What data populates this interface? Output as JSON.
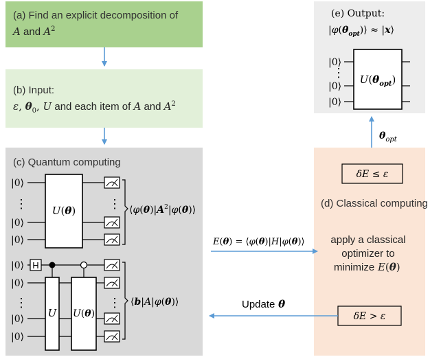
{
  "box_a": {
    "line1": "(a)  Find an explicit decomposition of",
    "line2_A": "A",
    "line2_and": " and  ",
    "line2_A2": "A",
    "line2_sup": "2"
  },
  "box_b": {
    "line1": "(b)  Input:",
    "eps": "ε",
    "theta": "θ",
    "theta_sub": "0",
    "U": "U",
    "rest": " and each item of ",
    "A": "A",
    "and": " and ",
    "A2": "A",
    "sup": "2"
  },
  "box_c": {
    "title": "(c)  Quantum computing",
    "ket0": "|0⟩",
    "dots": "⋮",
    "gate_U_theta": "U(θ)",
    "gate_H": "H",
    "gate_U": "U",
    "expect_top": "⟨φ(θ)|A²|φ(θ)⟩",
    "expect_bottom": "⟨b|A|φ(θ)⟩"
  },
  "box_d": {
    "title": "(d) Classical  computing",
    "criterion_top": "δE ≤ ε",
    "optimizer_line1": "apply a classical",
    "optimizer_line2": "optimizer to",
    "optimizer_line3": "minimize",
    "optimizer_E": "E(θ)",
    "criterion_bottom": "δE > ε"
  },
  "box_e": {
    "title": "(e)  Output:",
    "approx": "|φ(θ",
    "approx_sub": "opt",
    "approx_rest": ")⟩ ≈ |x⟩",
    "ket0": "|0⟩",
    "dots": "⋮",
    "gate": "U(θ",
    "gate_sub": "opt",
    "gate_close": ")"
  },
  "arrows": {
    "energy_label": "E(θ) = ⟨φ(θ)|H|φ(θ)⟩",
    "update_label": "Update",
    "update_theta": "θ",
    "theta_opt": "θ",
    "theta_opt_sub": "opt"
  },
  "colors": {
    "box_a_fill": "#a9d18e",
    "box_b_fill": "#e2f0d9",
    "box_c_fill": "#d9d9d9",
    "box_d_fill": "#fbe5d6",
    "box_e_fill": "#ededed",
    "arrow": "#5b9bd5"
  }
}
